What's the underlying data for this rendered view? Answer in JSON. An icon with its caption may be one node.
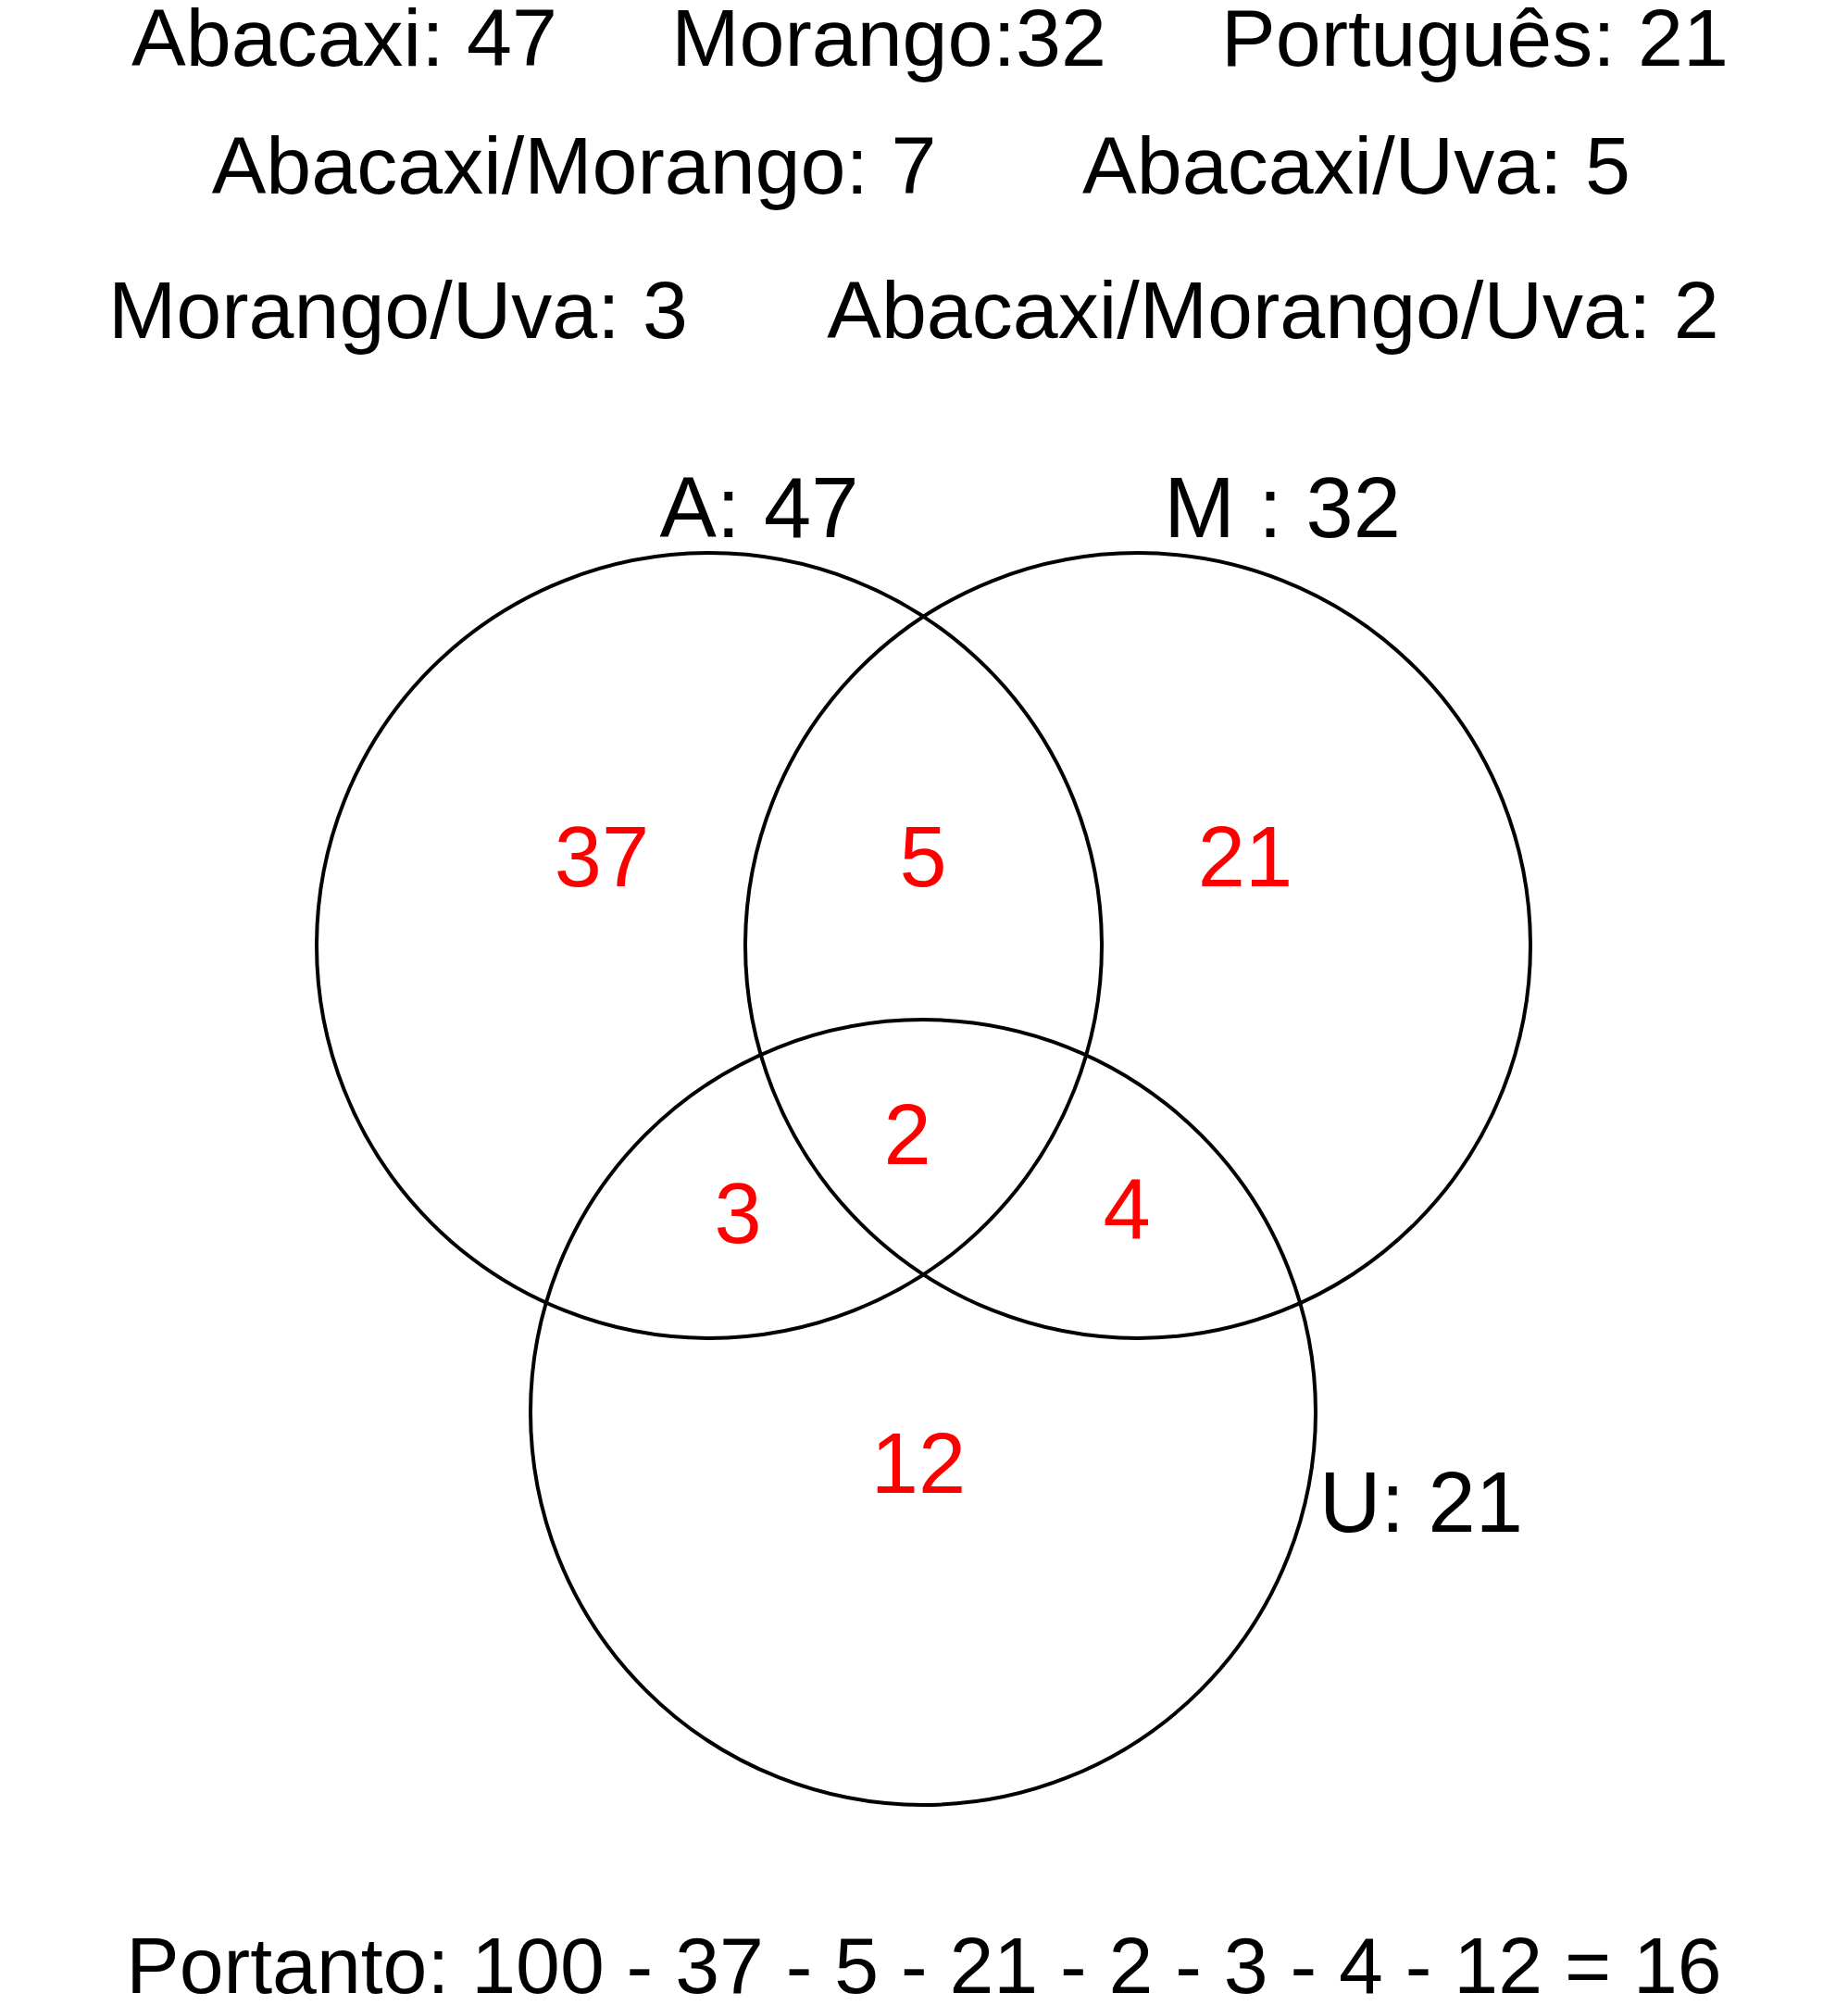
{
  "diagram": {
    "caption": "Portanto: 100 - 37 - 5 - 21 - 2 - 3 - 4 - 12 = 16",
    "nodes": [
      {
        "text": [
          "A: 47"
        ]
      },
      {
        "text": [
          "M : 32"
        ]
      },
      {
        "text": [
          "U: 21"
        ]
      }
    ],
    "labels": [
      "Abacaxi: 47",
      "Morango:32",
      "Português: 21",
      "Abacaxi/Morango: 7",
      "Abacaxi/Uva: 5",
      "Morango/Uva: 3",
      "Abacaxi/Morango/Uva: 2",
      "37",
      "5",
      "21",
      "2",
      "3",
      "4",
      "12"
    ]
  }
}
